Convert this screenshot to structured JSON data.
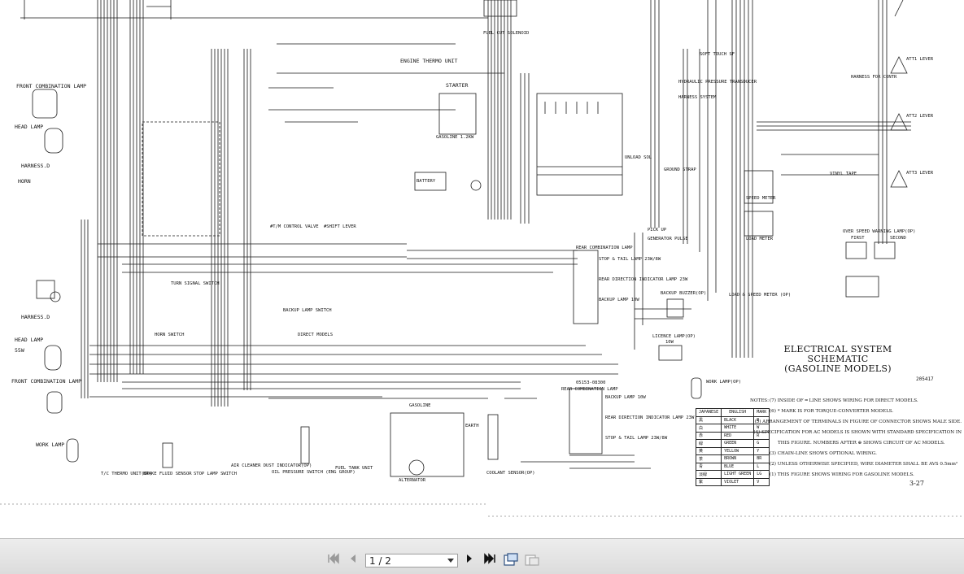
{
  "document": {
    "title_line1": "ELECTRICAL SYSTEM SCHEMATIC",
    "title_line2": "(GASOLINE MODELS)",
    "drawing_no": "205417",
    "page_ref": "3-27",
    "labels": {
      "front_combination_lamp_top": "FRONT COMBINATION LAMP",
      "head_lamp_top": "HEAD LAMP",
      "harness_d_top": "HARNESS.D",
      "horn": "HORN",
      "harness_d_bottom": "HARNESS.D",
      "head_lamp_bottom": "HEAD LAMP",
      "head_lamp_bottom_w": "55W",
      "front_combination_lamp_bottom": "FRONT COMBINATION LAMP",
      "work_lamp_left": "WORK LAMP",
      "engine_thermo_unit": "ENGINE THERMO UNIT",
      "starter": "STARTER",
      "gasoline_12kw": "GASOLINE 1.2KW",
      "battery": "BATTERY",
      "fuel_cut_solenoid": "FUEL CUT SOLENOID",
      "tm_control_valve": "#T/M CONTROL VALVE",
      "shift_lever": "#SHIFT LEVER",
      "turn_signal_switch": "TURN SIGNAL SWITCH",
      "backup_lamp_switch": "BACKUP LAMP SWITCH",
      "direct_models": "DIRECT MODELS",
      "horn_switch": "HORN SWITCH",
      "rear_combination_lamp_top": "REAR COMBINATION LAMP",
      "stop_tail_lamp_top": "STOP & TAIL LAMP 23W/8W",
      "rear_direction_indicator_lamp_top": "REAR DIRECTION INDICATOR LAMP 23W",
      "backup_lamp_top": "BACKUP LAMP 10W",
      "backup_buzzer": "BACKUP BUZZER(OP)",
      "licence_lamp": "LICENCE LAMP(OP)",
      "licence_lamp_w": "10W",
      "rear_combination_lamp_bottom": "REAR COMBINATION LAMP",
      "part_no": "05153-08300",
      "backup_lamp_bottom": "BACKUP LAMP 10W",
      "rear_direction_indicator_lamp_bottom": "REAR DIRECTION INDICATOR LAMP 23W",
      "stop_tail_lamp_bottom": "STOP & TAIL LAMP 23W/8W",
      "work_lamp_right": "WORK LAMP(OP)",
      "hydraulic_pressure_transducer": "HYDRAULIC PRESSURE TRANSDUCER",
      "harness_system": "HARNESS SYSTEM",
      "soft_touch_sf": "SOFT TOUCH SF",
      "unload_sol": "UNLOAD SOL",
      "ground_strap": "GROUND STRAP",
      "pick_up": "PICK UP",
      "generator_pulse": "GENERATOR PULSE",
      "speed_meter": "SPEED METER",
      "load_meter": "LOAD METER",
      "load_speed_meter": "LOAD & SPEED METER (OP)",
      "over_speed_warning_lamp": "OVER SPEED WARNING LAMP(OP)",
      "first": "FIRST",
      "second": "SECOND",
      "vinyl_tape": "VINYL TAPE",
      "att1_lever": "ATT1 LEVER",
      "att2_lever": "ATT2 LEVER",
      "att3_lever": "ATT3 LEVER",
      "harness_for_contr": "HARNESS FOR CONTR",
      "tc_thermo_unit": "T/C THERMO UNIT(OP)",
      "brake_fluid_sensor": "BRAKE FLUID SENSOR",
      "stop_lamp_switch": "STOP LAMP SWITCH",
      "air_cleaner": "AIR CLEANER DUST INDICATOR(OP)",
      "oil_pressure_switch": "OIL PRESSURE SWITCH (ENG GROUP)",
      "fuel_tank_unit": "FUEL TANK UNIT",
      "gasoline": "GASOLINE",
      "alternator": "ALTERNATOR",
      "earth": "EARTH",
      "coolant_sensor": "COOLANT SENSOR(OP)"
    },
    "color_table": {
      "headers": [
        "JAPANESE",
        "ENGLISH",
        "MARK"
      ],
      "rows": [
        [
          "黒",
          "BLACK",
          "B"
        ],
        [
          "白",
          "WHITE",
          "W"
        ],
        [
          "赤",
          "RED",
          "R"
        ],
        [
          "緑",
          "GREEN",
          "G"
        ],
        [
          "黄",
          "YELLOW",
          "Y"
        ],
        [
          "茶",
          "BROWN",
          "BR"
        ],
        [
          "青",
          "BLUE",
          "L"
        ],
        [
          "淡緑",
          "LIGHT GREEN",
          "LG"
        ],
        [
          "紫",
          "VIOLET",
          "V"
        ]
      ]
    },
    "notes": {
      "heading": "NOTES:",
      "items": [
        "(7) INSIDE OF ═ LINE SHOWS WIRING FOR DIRECT MODELS.",
        "(6) * MARK IS FOR TORQUE-CONVERTER MODELS.",
        "(5) ARRANGEMENT OF TERMINALS IN FIGURE OF CONNECTOR SHOWS MALE SIDE.",
        "(4) SPECIFICATION FOR AC MODELS IS SHOWN WITH STANDARD SPECIFICATION IN",
        "THIS FIGURE. NUMBERS AFTER ⊕ SHOWS CIRCUIT OF AC MODELS.",
        "(3) CHAIN-LINE SHOWS OPTIONAL WIRING.",
        "(2) UNLESS OTHERWISE SPECIFIED, WIRE DIAMETER SHALL BE AVS 0.5mm²",
        "(1) THIS FIGURE SHOWS WIRING FOR GASOLINE MODELS."
      ]
    }
  },
  "toolbar": {
    "page_indicator": "1 / 2",
    "icons": {
      "first": "first-page-icon",
      "prev": "previous-page-icon",
      "next": "next-page-icon",
      "last": "last-page-icon",
      "fit": "fit-page-icon",
      "rotate": "rotate-icon"
    }
  }
}
